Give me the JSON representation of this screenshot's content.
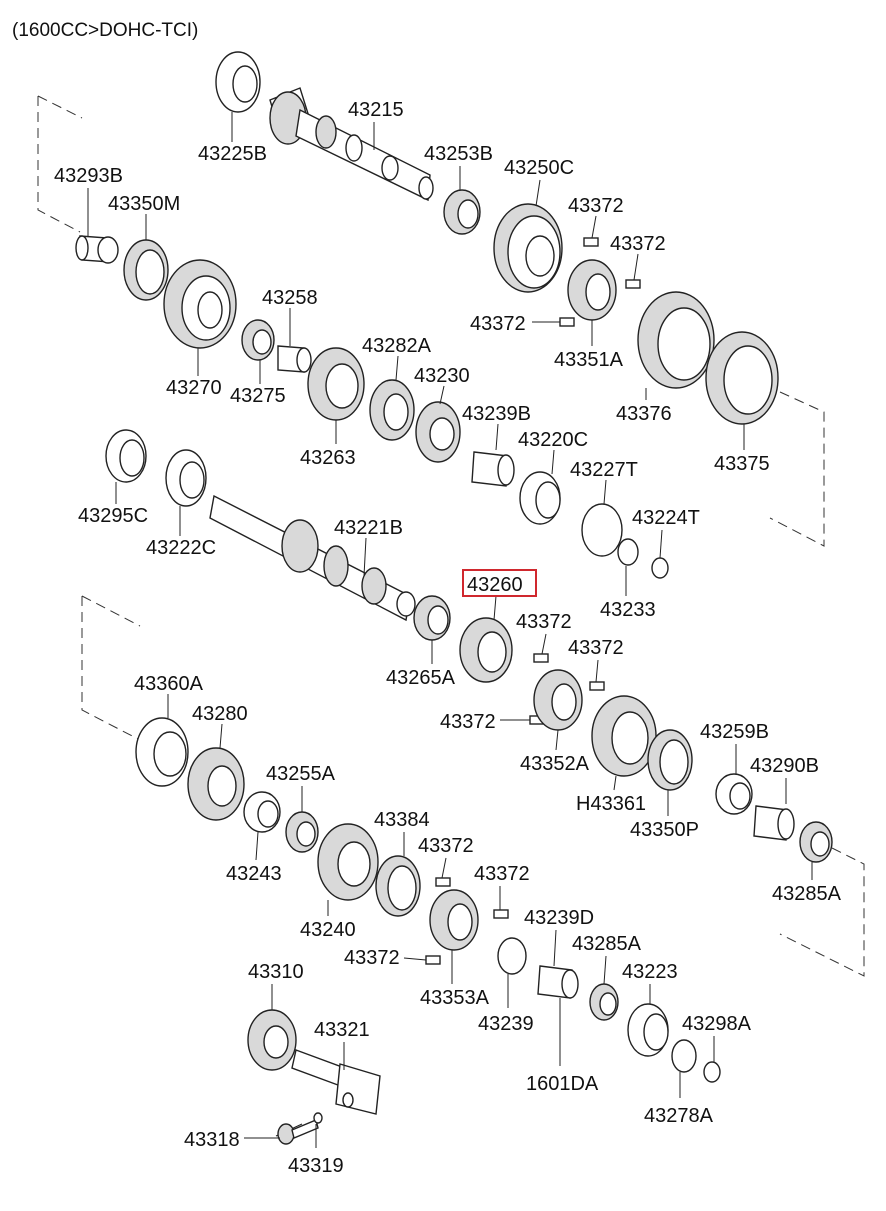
{
  "title": "(1600CC>DOHC-TCI)",
  "highlighted_part": "43260",
  "colors": {
    "highlight": "#d0282e",
    "line": "#222222"
  },
  "parts": [
    {
      "id": "p43225B",
      "label": "43225B"
    },
    {
      "id": "p43215",
      "label": "43215"
    },
    {
      "id": "p43253B",
      "label": "43253B"
    },
    {
      "id": "p43250C",
      "label": "43250C"
    },
    {
      "id": "p43293B",
      "label": "43293B"
    },
    {
      "id": "p43350M",
      "label": "43350M"
    },
    {
      "id": "p43372a",
      "label": "43372"
    },
    {
      "id": "p43372b",
      "label": "43372"
    },
    {
      "id": "p43372c",
      "label": "43372"
    },
    {
      "id": "p43351A",
      "label": "43351A"
    },
    {
      "id": "p43258",
      "label": "43258"
    },
    {
      "id": "p43270",
      "label": "43270"
    },
    {
      "id": "p43275",
      "label": "43275"
    },
    {
      "id": "p43282A",
      "label": "43282A"
    },
    {
      "id": "p43230",
      "label": "43230"
    },
    {
      "id": "p43263",
      "label": "43263"
    },
    {
      "id": "p43239B",
      "label": "43239B"
    },
    {
      "id": "p43376",
      "label": "43376"
    },
    {
      "id": "p43375",
      "label": "43375"
    },
    {
      "id": "p43220C",
      "label": "43220C"
    },
    {
      "id": "p43227T",
      "label": "43227T"
    },
    {
      "id": "p43295C",
      "label": "43295C"
    },
    {
      "id": "p43222C",
      "label": "43222C"
    },
    {
      "id": "p43221B",
      "label": "43221B"
    },
    {
      "id": "p43224T",
      "label": "43224T"
    },
    {
      "id": "p43233",
      "label": "43233"
    },
    {
      "id": "p43260",
      "label": "43260"
    },
    {
      "id": "p43372d",
      "label": "43372"
    },
    {
      "id": "p43372e",
      "label": "43372"
    },
    {
      "id": "p43265A",
      "label": "43265A"
    },
    {
      "id": "p43360A",
      "label": "43360A"
    },
    {
      "id": "p43280",
      "label": "43280"
    },
    {
      "id": "p43372f",
      "label": "43372"
    },
    {
      "id": "p43352A",
      "label": "43352A"
    },
    {
      "id": "p43259B",
      "label": "43259B"
    },
    {
      "id": "p43255A",
      "label": "43255A"
    },
    {
      "id": "p43290B",
      "label": "43290B"
    },
    {
      "id": "pH43361",
      "label": "H43361"
    },
    {
      "id": "p43350P",
      "label": "43350P"
    },
    {
      "id": "p43384",
      "label": "43384"
    },
    {
      "id": "p43243",
      "label": "43243"
    },
    {
      "id": "p43372g",
      "label": "43372"
    },
    {
      "id": "p43372h",
      "label": "43372"
    },
    {
      "id": "p43285Aa",
      "label": "43285A"
    },
    {
      "id": "p43240",
      "label": "43240"
    },
    {
      "id": "p43239D",
      "label": "43239D"
    },
    {
      "id": "p43372i",
      "label": "43372"
    },
    {
      "id": "p43285Ab",
      "label": "43285A"
    },
    {
      "id": "p43310",
      "label": "43310"
    },
    {
      "id": "p43353A",
      "label": "43353A"
    },
    {
      "id": "p43223",
      "label": "43223"
    },
    {
      "id": "p43321",
      "label": "43321"
    },
    {
      "id": "p43239",
      "label": "43239"
    },
    {
      "id": "p43298A",
      "label": "43298A"
    },
    {
      "id": "p1601DA",
      "label": "1601DA"
    },
    {
      "id": "p43278A",
      "label": "43278A"
    },
    {
      "id": "p43318",
      "label": "43318"
    },
    {
      "id": "p43319",
      "label": "43319"
    }
  ]
}
